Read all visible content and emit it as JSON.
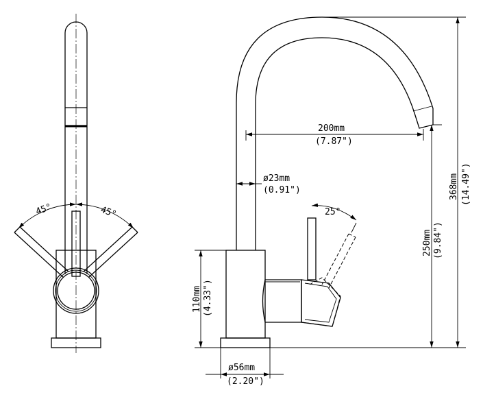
{
  "side_view": {
    "angle_left": "45°",
    "angle_right": "45°"
  },
  "front_view": {
    "reach": {
      "mm": "200mm",
      "in": "(7.87\")"
    },
    "spout_diameter": {
      "mm": "ø23mm",
      "in": "(0.91\")"
    },
    "lever_angle": "25°",
    "body_height": {
      "mm": "110mm",
      "in": "(4.33\")"
    },
    "spout_height": {
      "mm": "250mm",
      "in": "(9.84\")"
    },
    "total_height": {
      "mm": "368mm",
      "in": "(14.49\")"
    },
    "base_diameter": {
      "mm": "ø56mm",
      "in": "(2.20\")"
    }
  }
}
